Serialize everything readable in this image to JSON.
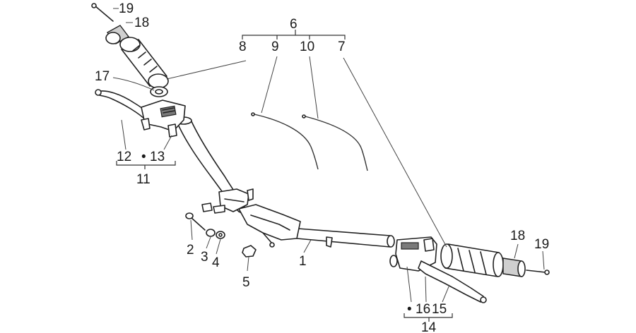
{
  "callouts": {
    "c1": "1",
    "c2": "2",
    "c3": "3",
    "c4": "4",
    "c5": "5",
    "c6": "6",
    "c7": "7",
    "c8": "8",
    "c9": "9",
    "c10": "10",
    "c11": "11",
    "c12": "12",
    "c13": "13",
    "c14": "14",
    "c15": "15",
    "c16": "16",
    "c17": "17",
    "c18_top": "18",
    "c18_right": "18",
    "c19_top": "19",
    "c19_right": "19"
  },
  "bullets": {
    "b11": "•",
    "b14": "•"
  }
}
